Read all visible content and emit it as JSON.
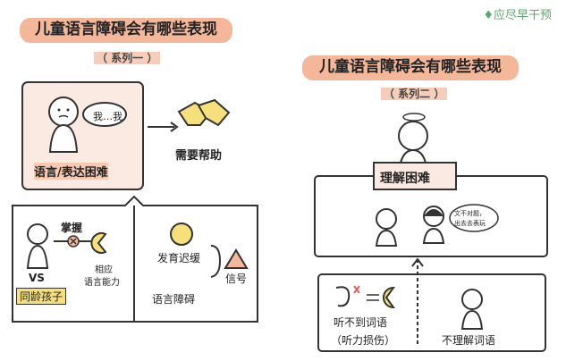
{
  "watermark": "应尽早干预",
  "left": {
    "title": "儿童语言障碍会有哪些表现",
    "series": "（ 系列一 ）",
    "speech_bubble": "我…我",
    "symptom": "语言/表达困难",
    "need_help": "需要帮助",
    "vs": "VS",
    "peer": "同龄孩子",
    "mastery": "掌握",
    "ability_line1": "相应",
    "ability_line2": "语言能力",
    "delay": "发育迟缓",
    "disorder": "语言障碍",
    "signal": "信号"
  },
  "right": {
    "title": "儿童语言障碍会有哪些表现",
    "series": "（ 系列二 ）",
    "comprehension": "理解困难",
    "answer_line1": "文不对题，",
    "answer_line2": "出去去表玩",
    "cannot_hear": "听不到词语",
    "hearing_loss": "（听力损伤）",
    "not_understand": "不理解词语"
  },
  "colors": {
    "accent": "#f4b79a",
    "pink_panel": "#fbeae2",
    "yellow": "#f6e07c",
    "watermark": "#5aa86b"
  }
}
